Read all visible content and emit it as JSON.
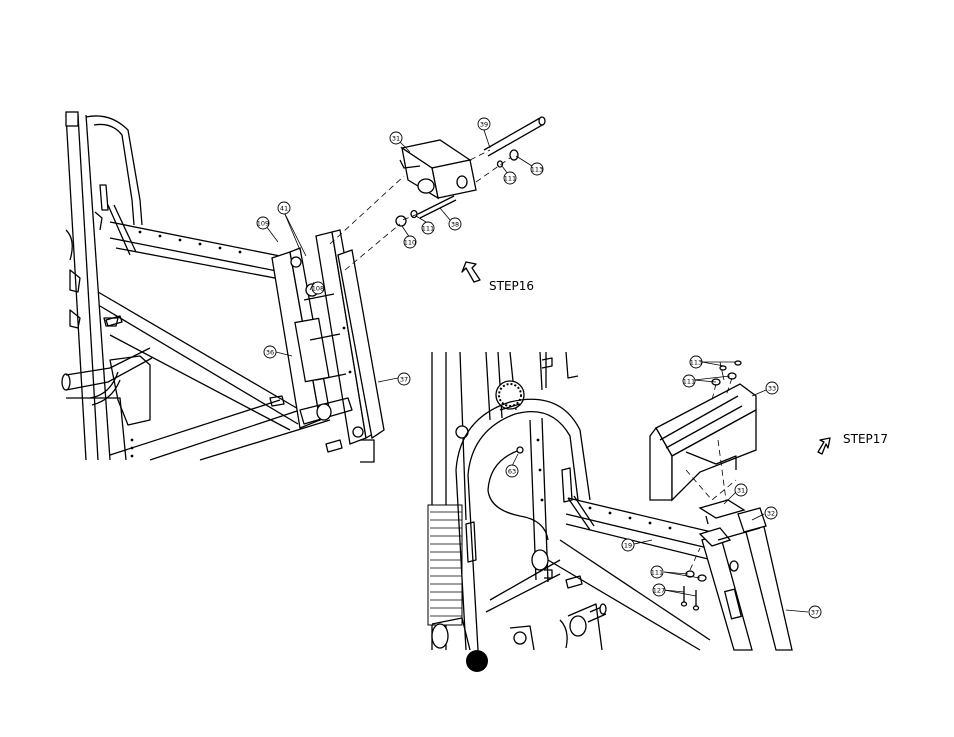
{
  "steps": {
    "step16": "STEP16",
    "step17": "STEP17"
  },
  "callouts_step16": [
    "39",
    "31",
    "113",
    "111",
    "38",
    "41",
    "109",
    "110",
    "111",
    "108",
    "36",
    "37"
  ],
  "callouts_step17": [
    "113",
    "111",
    "33",
    "63",
    "31",
    "32",
    "19",
    "111",
    "127",
    "37"
  ]
}
